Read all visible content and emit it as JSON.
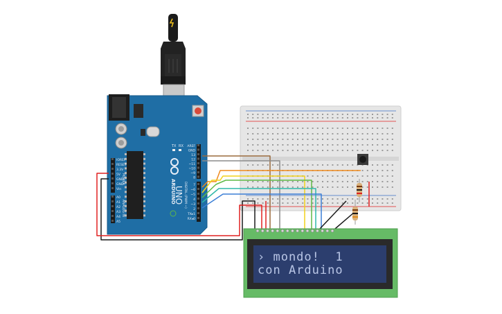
{
  "arduino": {
    "brand_label": "ARDUINO",
    "model_label": "UNO",
    "power_header_title": "POWER",
    "analog_header_title": "ANALOG IN",
    "digital_header_title": "DIGITAL (PWM ~)",
    "tx_label": "TX",
    "rx_label": "RX",
    "power_pins": [
      "IOREF",
      "RESET",
      "3.3V",
      "5V",
      "GND",
      "GND",
      "Vin"
    ],
    "analog_pins": [
      "A0",
      "A1",
      "A2",
      "A3",
      "A4",
      "A5"
    ],
    "digital_top_pins": [
      "AREF",
      "GND",
      "13",
      "12",
      "~11",
      "~10",
      "~9",
      "8"
    ],
    "digital_bottom_pins": [
      "7",
      "~6",
      "~5",
      "4",
      "~3",
      "2",
      "TX▸1",
      "RX◂0"
    ]
  },
  "lcd": {
    "line1": "› mondo!  1",
    "line2": "con Arduino"
  },
  "colors": {
    "arduino_blue": "#1f6ea5",
    "usb_black": "#222222",
    "wire_brown": "#9a6a3c",
    "wire_gray": "#8c8c8c",
    "wire_orange": "#f08a1c",
    "wire_yellow": "#f2d21b",
    "wire_green": "#5fb946",
    "wire_teal": "#2fb8a8",
    "wire_blue": "#3b7fd6",
    "wire_red": "#e02020",
    "wire_black": "#1a1a1a",
    "lcd_pcb": "#66bb66",
    "lcd_screen": "#2c3e6e",
    "breadboard": "#e8e8e8"
  }
}
